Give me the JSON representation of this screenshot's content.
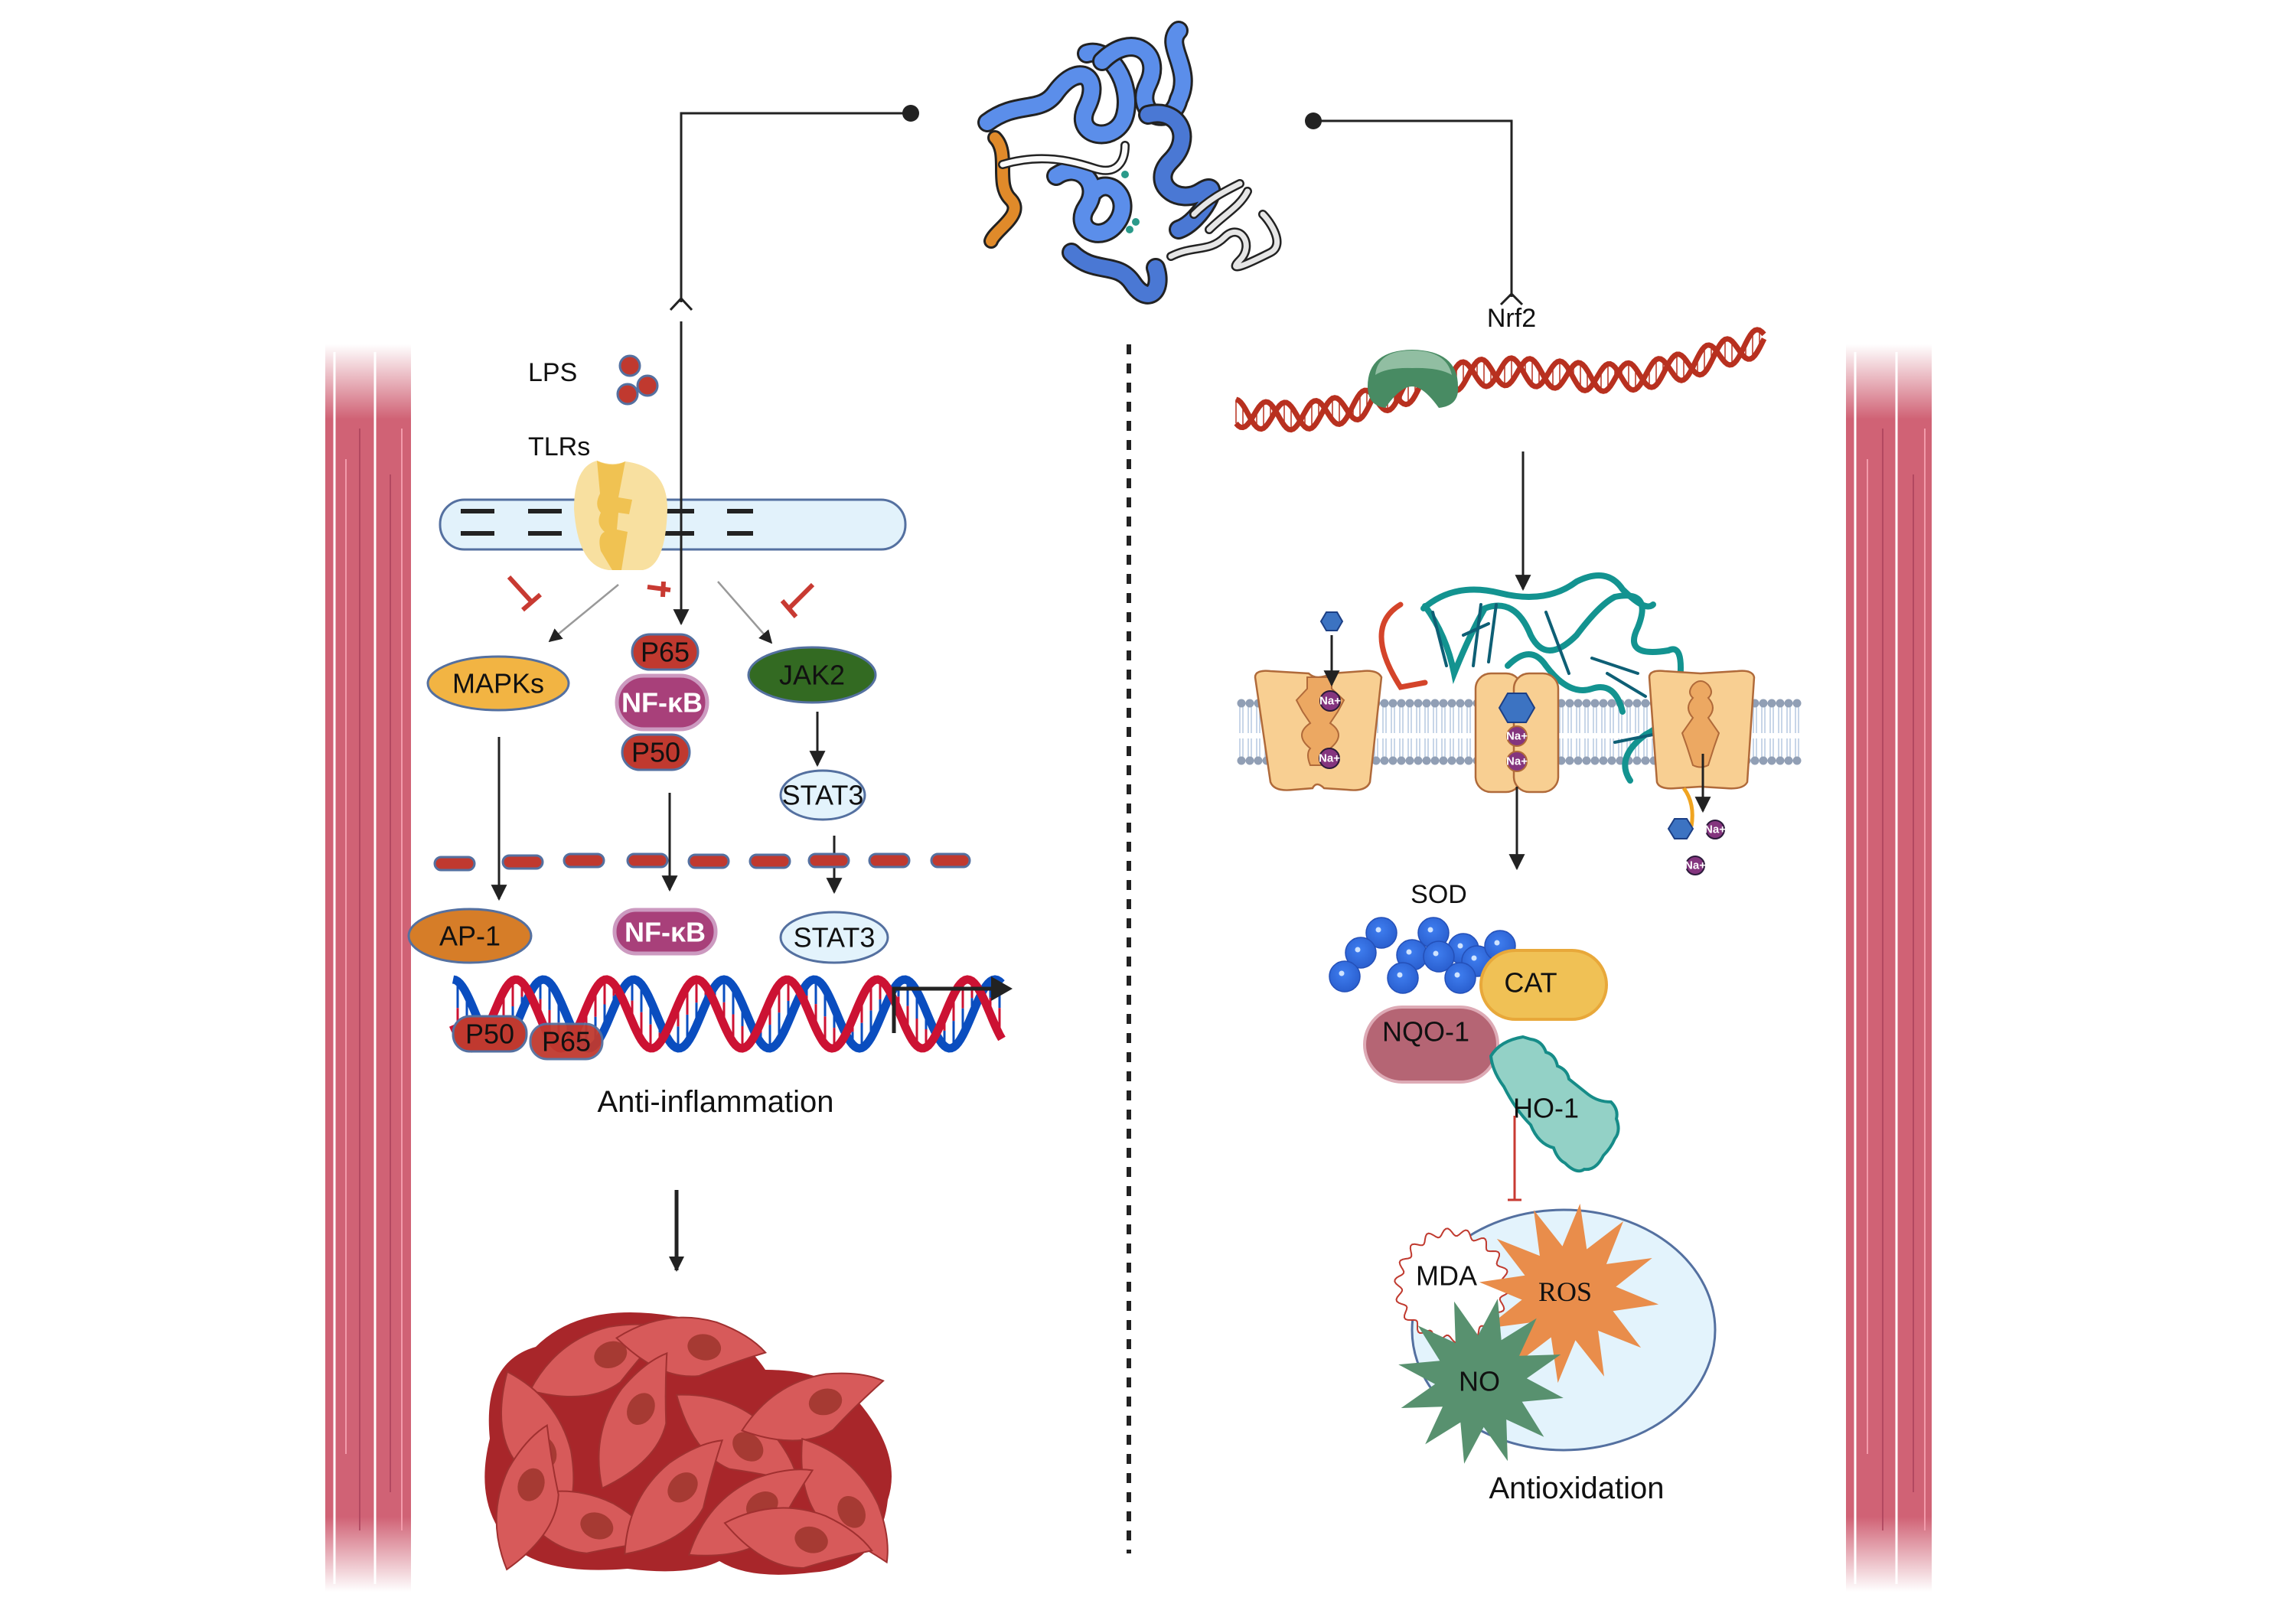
{
  "figure": {
    "type": "signaling-pathway-diagram",
    "protein_structure": {
      "name": "protein-ribbon-structure"
    },
    "left_panel": {
      "ligand_label": "LPS",
      "receptor_label": "TLRs",
      "cytoplasm_nodes": [
        {
          "id": "mapks",
          "label": "MAPKs",
          "color": "#f2b443"
        },
        {
          "id": "p65",
          "label": "P65",
          "color": "#c0392f"
        },
        {
          "id": "nfkb",
          "label": "NF-κB",
          "color": "#a8407a"
        },
        {
          "id": "p50",
          "label": "P50",
          "color": "#c0392f"
        },
        {
          "id": "jak2",
          "label": "JAK2",
          "color": "#336a22"
        },
        {
          "id": "stat3_cyto",
          "label": "STAT3",
          "color": "#e3f3fc"
        }
      ],
      "nucleus_nodes": [
        {
          "id": "ap1",
          "label": "AP-1",
          "color": "#d67d28"
        },
        {
          "id": "nfkb_nuc",
          "label": "NF-κB",
          "color": "#a8407a"
        },
        {
          "id": "stat3_nuc",
          "label": "STAT3",
          "color": "#e3f3fc"
        }
      ],
      "dna_bound": [
        {
          "id": "p50_dna",
          "label": "P50"
        },
        {
          "id": "p65_dna",
          "label": "P65"
        }
      ],
      "outcome_label": "Anti-inflammation"
    },
    "right_panel": {
      "transcription_factor_label": "Nrf2",
      "ion_label": "Na+",
      "enzymes": [
        {
          "id": "sod",
          "label": "SOD",
          "color": "#3572de"
        },
        {
          "id": "cat",
          "label": "CAT",
          "color": "#f0c155"
        },
        {
          "id": "nqo1",
          "label": "NQO-1",
          "color": "#b56574"
        },
        {
          "id": "ho1",
          "label": "HO-1",
          "color": "#93d1c6"
        }
      ],
      "oxidants": [
        {
          "id": "mda",
          "label": "MDA"
        },
        {
          "id": "ros",
          "label": "ROS",
          "color": "#e98d4b"
        },
        {
          "id": "no",
          "label": "NO",
          "color": "#58916f"
        }
      ],
      "outcome_label": "Antioxidation"
    },
    "colors": {
      "inhibition": "#c83a32",
      "arrow": "#222222",
      "muscle": "#d06275",
      "membrane": "#e2f2fb",
      "membrane_border": "#5470a0"
    }
  }
}
